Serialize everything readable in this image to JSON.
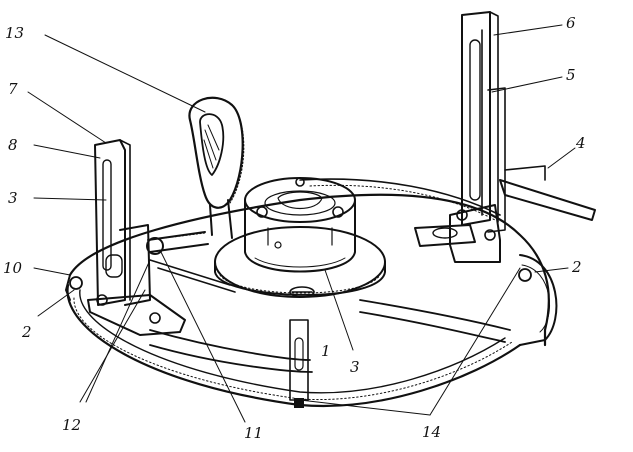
{
  "colors": {
    "ink": "#111111",
    "paper": "#ffffff",
    "shade": "#cfcfcf"
  },
  "callouts": [
    {
      "id": "c13",
      "text": "13"
    },
    {
      "id": "c7",
      "text": "7"
    },
    {
      "id": "c8",
      "text": "8"
    },
    {
      "id": "c3a",
      "text": "3"
    },
    {
      "id": "c10",
      "text": "10"
    },
    {
      "id": "c2a",
      "text": "2"
    },
    {
      "id": "c12",
      "text": "12"
    },
    {
      "id": "c11",
      "text": "11"
    },
    {
      "id": "c3b",
      "text": "3"
    },
    {
      "id": "c1",
      "text": "1"
    },
    {
      "id": "c14",
      "text": "14"
    },
    {
      "id": "c2b",
      "text": "2"
    },
    {
      "id": "c4",
      "text": "4"
    },
    {
      "id": "c5",
      "text": "5"
    },
    {
      "id": "c6",
      "text": "6"
    }
  ]
}
